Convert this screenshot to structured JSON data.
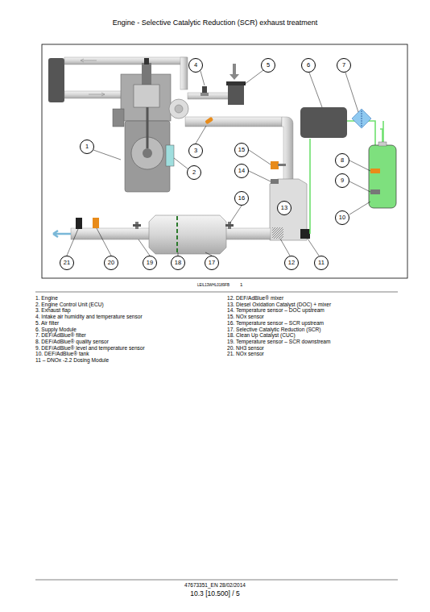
{
  "diagram": {
    "title": "Engine - Selective Catalytic Reduction (SCR) exhaust treatment",
    "nodes": [
      {
        "text": [
          "4"
        ]
      },
      {
        "text": [
          "5"
        ]
      },
      {
        "text": [
          "6"
        ]
      },
      {
        "text": [
          "7"
        ]
      },
      {
        "text": [
          "1"
        ]
      },
      {
        "text": [
          "3"
        ]
      },
      {
        "text": [
          "15"
        ]
      },
      {
        "text": [
          "8"
        ]
      },
      {
        "text": [
          "2"
        ]
      },
      {
        "text": [
          "14"
        ]
      },
      {
        "text": [
          "9"
        ]
      },
      {
        "text": [
          "16"
        ]
      },
      {
        "text": [
          "13"
        ]
      },
      {
        "text": [
          "10"
        ]
      },
      {
        "text": [
          "21"
        ]
      },
      {
        "text": [
          "20"
        ]
      },
      {
        "text": [
          "19"
        ]
      },
      {
        "text": [
          "18"
        ]
      },
      {
        "text": [
          "17"
        ]
      },
      {
        "text": [
          "12"
        ]
      },
      {
        "text": [
          "11"
        ]
      }
    ],
    "labels": [
      "LEIL13WHL0189FB",
      "1",
      "1. Engine",
      "2. Engine Control Unit (ECU)",
      "3. Exhaust flap",
      "4. Intake air humidity and temperature sensor",
      "5. Air filter",
      "6. Supply Module",
      "7. DEF/AdBlue® filter",
      "8. DEF/AdBlue® quality sensor",
      "9. DEF/AdBlue® level and temperature sensor",
      "10. DEF/AdBlue® tank",
      "11 – DNOx -2.2 Dosing Module",
      "12. DEF/AdBlue® mixer",
      "13. Diesel Oxidation Catalyst (DOC) + mixer",
      "14. Temperature sensor – DOC upstream",
      "15. NOx sensor",
      "16. Temperature sensor – SCR upstream",
      "17. Selective Catalytic Reduction (SCR)",
      "18. Clean Up Catalyst (CUC)",
      "19. Temperature sensor – SCR downstream",
      "20. NH3 sensor",
      "21. NOx sensor",
      "47673351_EN 28/02/2014",
      "10.3 [10.500] / 5"
    ]
  }
}
